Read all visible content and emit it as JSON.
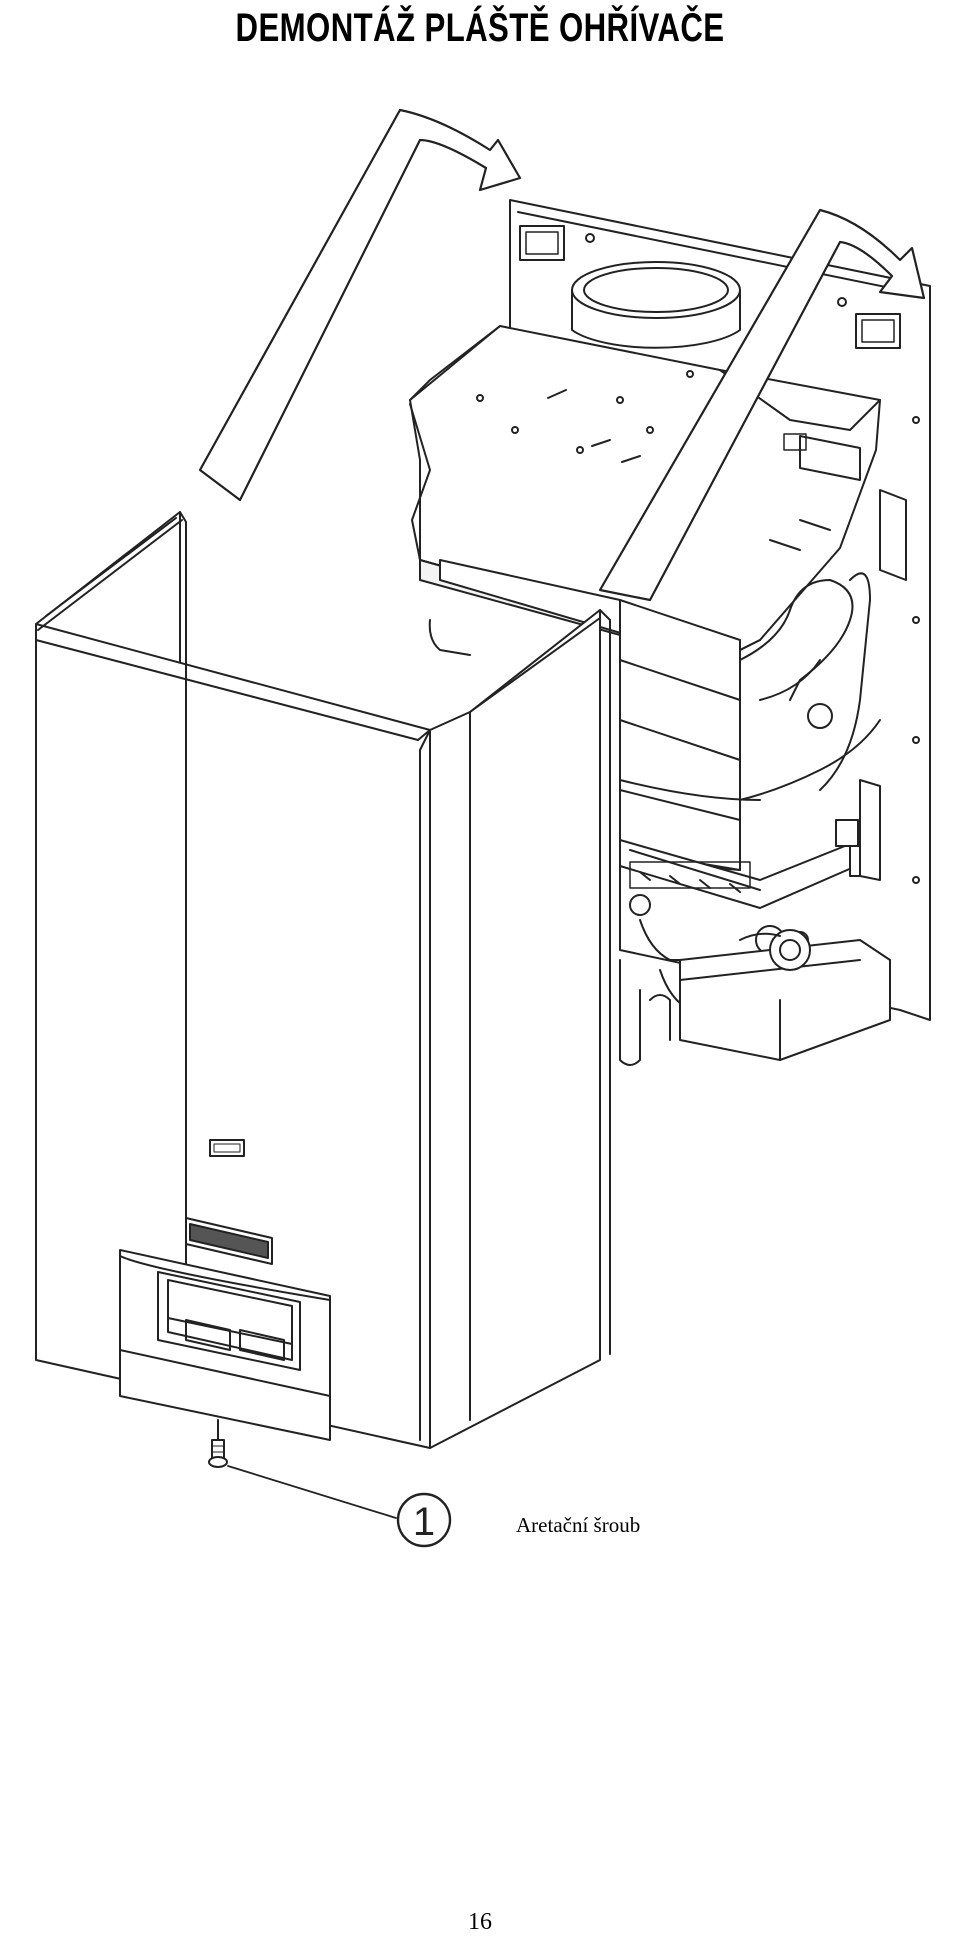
{
  "document": {
    "title": "DEMONTÁŽ PLÁŠTĚ OHŘÍVAČE",
    "callout": {
      "number": "1",
      "label": "Aretační šroub"
    },
    "page_number": "16"
  }
}
